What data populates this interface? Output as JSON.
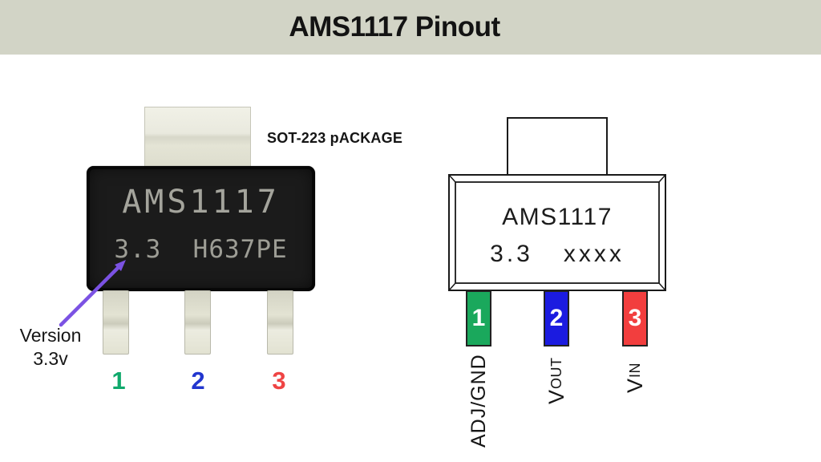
{
  "header": {
    "title": "AMS1117 Pinout"
  },
  "photo": {
    "package_label": "SOT-223 pACKAGE",
    "marking_line1": "AMS1117",
    "marking_line2": "3.3  H637PE",
    "version_note_line1": "Version",
    "version_note_line2": "3.3v",
    "pins": [
      {
        "number": "1",
        "color": "#10a96c"
      },
      {
        "number": "2",
        "color": "#2236cf"
      },
      {
        "number": "3",
        "color": "#ef4444"
      }
    ]
  },
  "diagram": {
    "marking_line1": "AMS1117",
    "marking_line2_version": "3.3",
    "marking_line2_code": "xxxx",
    "pins": [
      {
        "number": "1",
        "label": "ADJ/GND",
        "color": "#1aa85c"
      },
      {
        "number": "2",
        "label_main": "V",
        "label_sub": "OUT",
        "color": "#1b1be0"
      },
      {
        "number": "3",
        "label_main": "V",
        "label_sub": "IN",
        "color": "#f23e3e"
      }
    ]
  },
  "colors": {
    "header_bg": "#d2d4c6",
    "canvas_bg": "#ffffff",
    "arrow_purple": "#7b52e3",
    "pin_green": "#1aa85c",
    "pin_blue": "#1b1be0",
    "pin_red": "#f23e3e"
  }
}
